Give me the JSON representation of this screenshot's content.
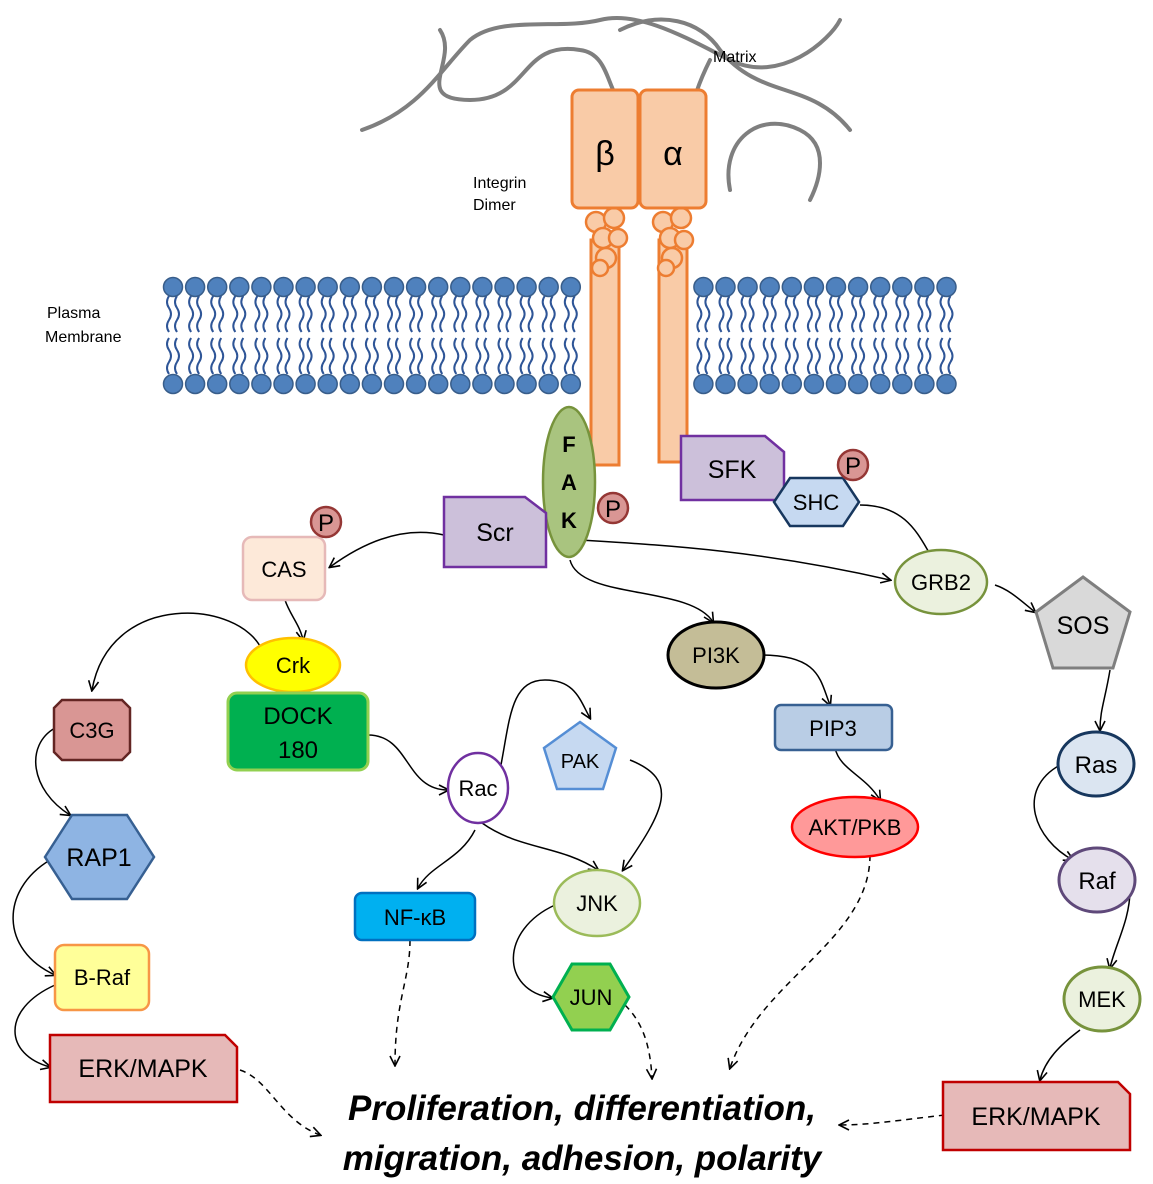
{
  "labels": {
    "matrix": "Matrix",
    "integrin_line1": "Integrin",
    "integrin_line2": "Dimer",
    "membrane_line1": "Plasma",
    "membrane_line2": "Membrane",
    "beta": "β",
    "alpha": "α"
  },
  "nodes": {
    "fak_f": "F",
    "fak_a": "A",
    "fak_k": "K",
    "scr": "Scr",
    "sfk": "SFK",
    "shc": "SHC",
    "cas": "CAS",
    "crk": "Crk",
    "dock_line1": "DOCK",
    "dock_line2": "180",
    "c3g": "C3G",
    "rap1": "RAP1",
    "braf": "B-Raf",
    "erk_left": "ERK/MAPK",
    "rac": "Rac",
    "pak": "PAK",
    "nfkb": "NF-κB",
    "jnk": "JNK",
    "jun": "JUN",
    "pi3k": "PI3K",
    "pip3": "PIP3",
    "akt": "AKT/PKB",
    "grb2": "GRB2",
    "sos": "SOS",
    "ras": "Ras",
    "raf": "Raf",
    "mek": "MEK",
    "erk_right": "ERK/MAPK",
    "phospho": "P"
  },
  "outcome": {
    "line1": "Proliferation, differentiation,",
    "line2": "migration, adhesion, polarity"
  }
}
